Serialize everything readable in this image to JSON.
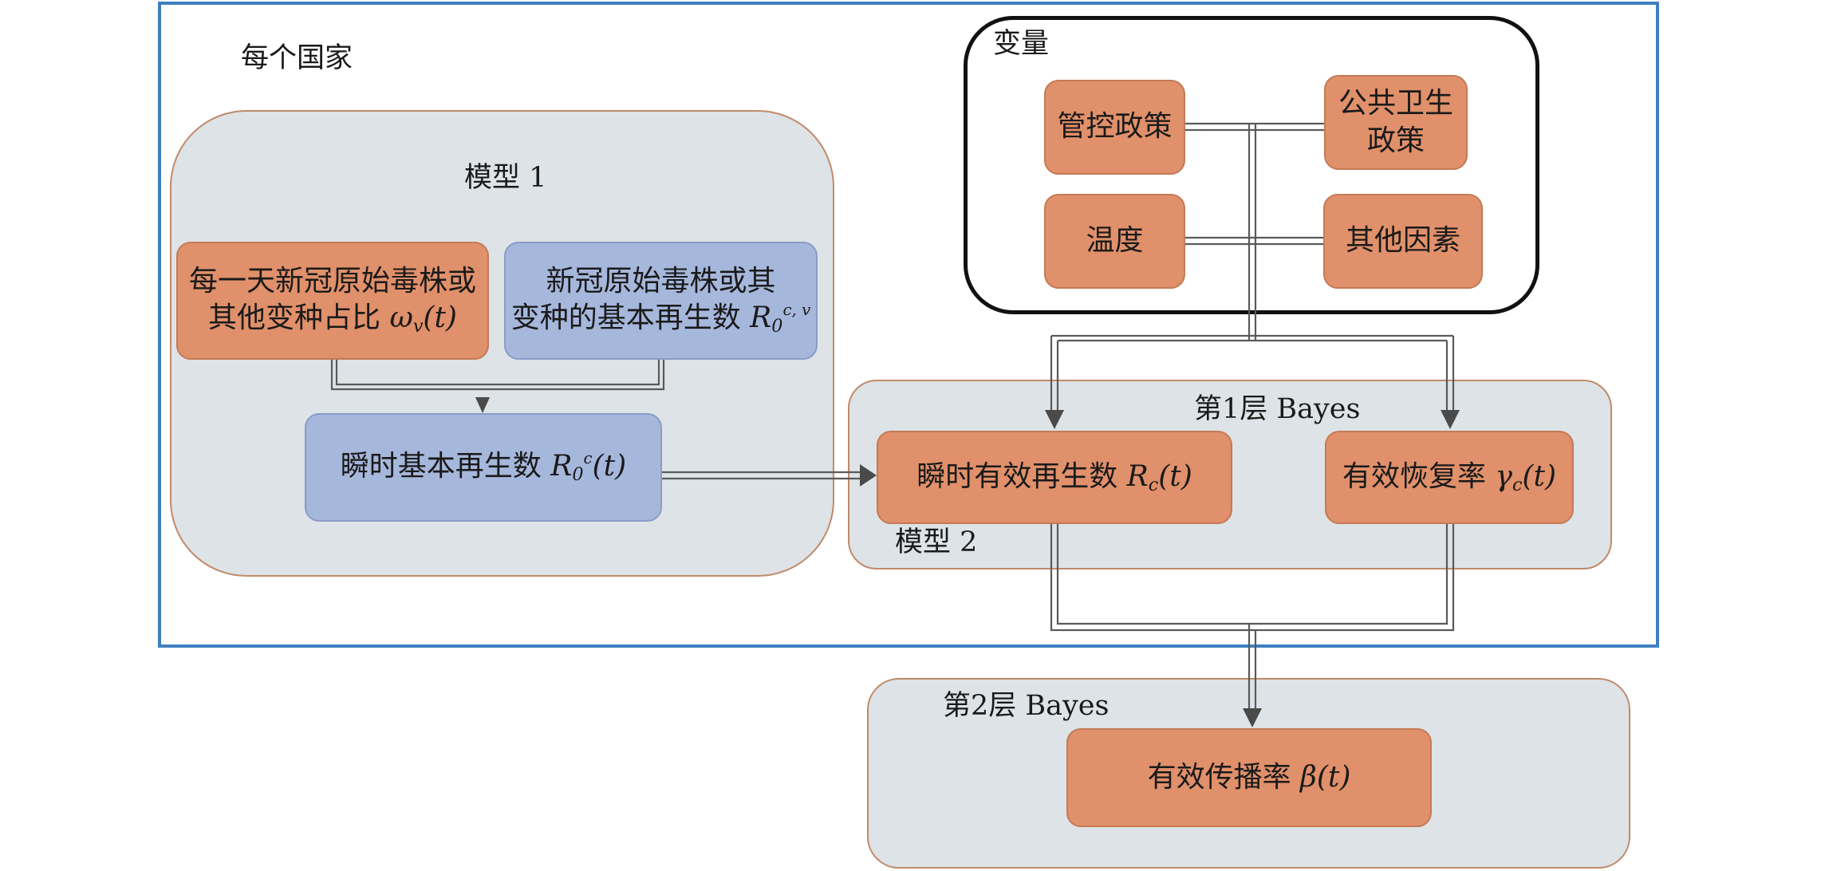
{
  "country_label": "每个国家",
  "model1": {
    "title": "模型 1",
    "variant_share": {
      "line1": "每一天新冠原始毒株或",
      "line2_text": "其他变种占比 ",
      "sym": "ω",
      "sub": "v",
      "arg": "(t)"
    },
    "variant_r0": {
      "line1": "新冠原始毒株或其",
      "line2_text": "变种的基本再生数 ",
      "sym": "R",
      "sub": "0",
      "sup": "c, v"
    },
    "instant_r0": {
      "text": "瞬时基本再生数 ",
      "sym": "R",
      "sub": "0",
      "sup": "c",
      "arg": "(t)"
    }
  },
  "variables": {
    "title": "变量",
    "control_policy": "管控政策",
    "public_health_l1": "公共卫生",
    "public_health_l2": "政策",
    "temperature": "温度",
    "other_factors": "其他因素"
  },
  "layer1": {
    "title": "第1层 Bayes",
    "model2_label": "模型 2",
    "effective_rt": {
      "text": "瞬时有效再生数 ",
      "sym": "R",
      "sub": "c",
      "arg": "(t)"
    },
    "recovery": {
      "text": "有效恢复率 ",
      "sym": "γ",
      "sub": "c",
      "arg": "(t)"
    }
  },
  "layer2": {
    "title": "第2层 Bayes",
    "transmission": {
      "text": "有效传播率 ",
      "sym": "β",
      "arg": "(t)"
    }
  },
  "colors": {
    "frame_blue": "#3f7fc1",
    "orange_box": "#e0906a",
    "blue_box": "#a6b7dc",
    "panel_gray": "#dde3e6",
    "connector": "#5a5a5a"
  }
}
